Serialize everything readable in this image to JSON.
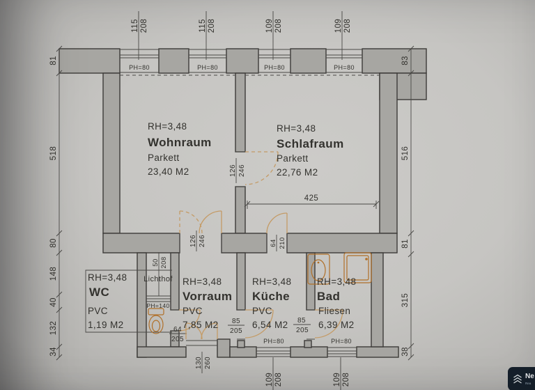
{
  "palette": {
    "paper": "#c6c5c2",
    "wall_fill": "#a7a6a2",
    "line": "#4a4946",
    "text": "#33322e",
    "fixture": "#b06f28",
    "door": "#c49b66",
    "watermark_bg": "#16212c",
    "watermark_text": "#f2f5f7"
  },
  "rooms": {
    "wohnraum": {
      "rh": "RH=3,48",
      "name": "Wohnraum",
      "floor": "Parkett",
      "area": "23,40 M2"
    },
    "schlafraum": {
      "rh": "RH=3,48",
      "name": "Schlafraum",
      "floor": "Parkett",
      "area": "22,76 M2"
    },
    "wc": {
      "rh": "RH=3,48",
      "name": "WC",
      "floor": "PVC",
      "area": "1,19 M2"
    },
    "vorraum": {
      "rh": "RH=3,48",
      "name": "Vorraum",
      "floor": "PVC",
      "area": "7,85 M2"
    },
    "kueche": {
      "rh": "RH=3,48",
      "name": "Küche",
      "floor": "PVC",
      "area": "6,54 M2"
    },
    "bad": {
      "rh": "RH=3,48",
      "name": "Bad",
      "floor": "Fliesen",
      "area": "6,39 M2"
    },
    "lichthof": {
      "name": "Lichthof"
    }
  },
  "windows": {
    "top": [
      {
        "w": "115",
        "h": "208",
        "ph": "PH=80"
      },
      {
        "w": "115",
        "h": "208",
        "ph": "PH=80"
      },
      {
        "w": "109",
        "h": "208",
        "ph": "PH=80"
      },
      {
        "w": "109",
        "h": "208",
        "ph": "PH=80"
      }
    ],
    "bottom": [
      {
        "w": "109",
        "h": "208",
        "ph": "PH=80"
      },
      {
        "w": "109",
        "h": "208",
        "ph": "PH=80"
      }
    ],
    "lichthof": {
      "w": "50",
      "h": "208",
      "ph": "PH=140"
    }
  },
  "doors": {
    "wohnraum_schlafraum": {
      "w": "126",
      "h": "246"
    },
    "vorraum_wohnraum": {
      "w": "126",
      "h": "246"
    },
    "schlafraum_kueche": {
      "w": "64",
      "h": "210"
    },
    "wc": {
      "w": "64",
      "h": "205"
    },
    "vorraum_kueche": {
      "w": "85",
      "h": "205"
    },
    "kueche_bad": {
      "w": "85",
      "h": "205"
    },
    "entrance": {
      "w": "130",
      "h": "260"
    }
  },
  "dimensions": {
    "left": [
      "81",
      "518",
      "80",
      "148",
      "40",
      "132",
      "34"
    ],
    "right": [
      "83",
      "516",
      "81",
      "315",
      "38"
    ],
    "schlafraum_width": "425"
  },
  "watermark": {
    "name": "Ne",
    "subtitle": "Rea"
  }
}
